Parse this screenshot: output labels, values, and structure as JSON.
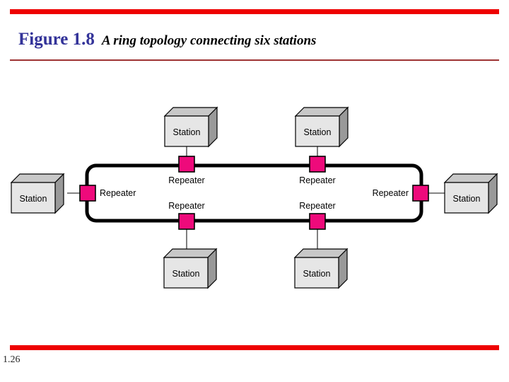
{
  "slide": {
    "figure_label": "Figure 1.8",
    "figure_caption": "A ring topology connecting six stations",
    "page_number": "1.26",
    "colors": {
      "rule_red": "#ee0000",
      "title_blue": "#333399",
      "thin_rule": "#9e3333",
      "repeater_pink": "#ee0a7b",
      "station_face": "#e6e6e6",
      "station_top": "#c8c8c8",
      "station_side": "#999999",
      "ring_black": "#000000"
    }
  },
  "diagram": {
    "type": "ring-topology",
    "station_label": "Station",
    "repeater_label": "Repeater",
    "station_count": 6,
    "repeater_count": 6,
    "nodes": [
      {
        "id": "station-top-left",
        "station": "Station",
        "repeater": "Repeater",
        "position": "top-left"
      },
      {
        "id": "station-top-right",
        "station": "Station",
        "repeater": "Repeater",
        "position": "top-right"
      },
      {
        "id": "station-left",
        "station": "Station",
        "repeater": "Repeater",
        "position": "left"
      },
      {
        "id": "station-right",
        "station": "Station",
        "repeater": "Repeater",
        "position": "right"
      },
      {
        "id": "station-bottom-left",
        "station": "Station",
        "repeater": "Repeater",
        "position": "bottom-left"
      },
      {
        "id": "station-bottom-right",
        "station": "Station",
        "repeater": "Repeater",
        "position": "bottom-right"
      }
    ]
  }
}
